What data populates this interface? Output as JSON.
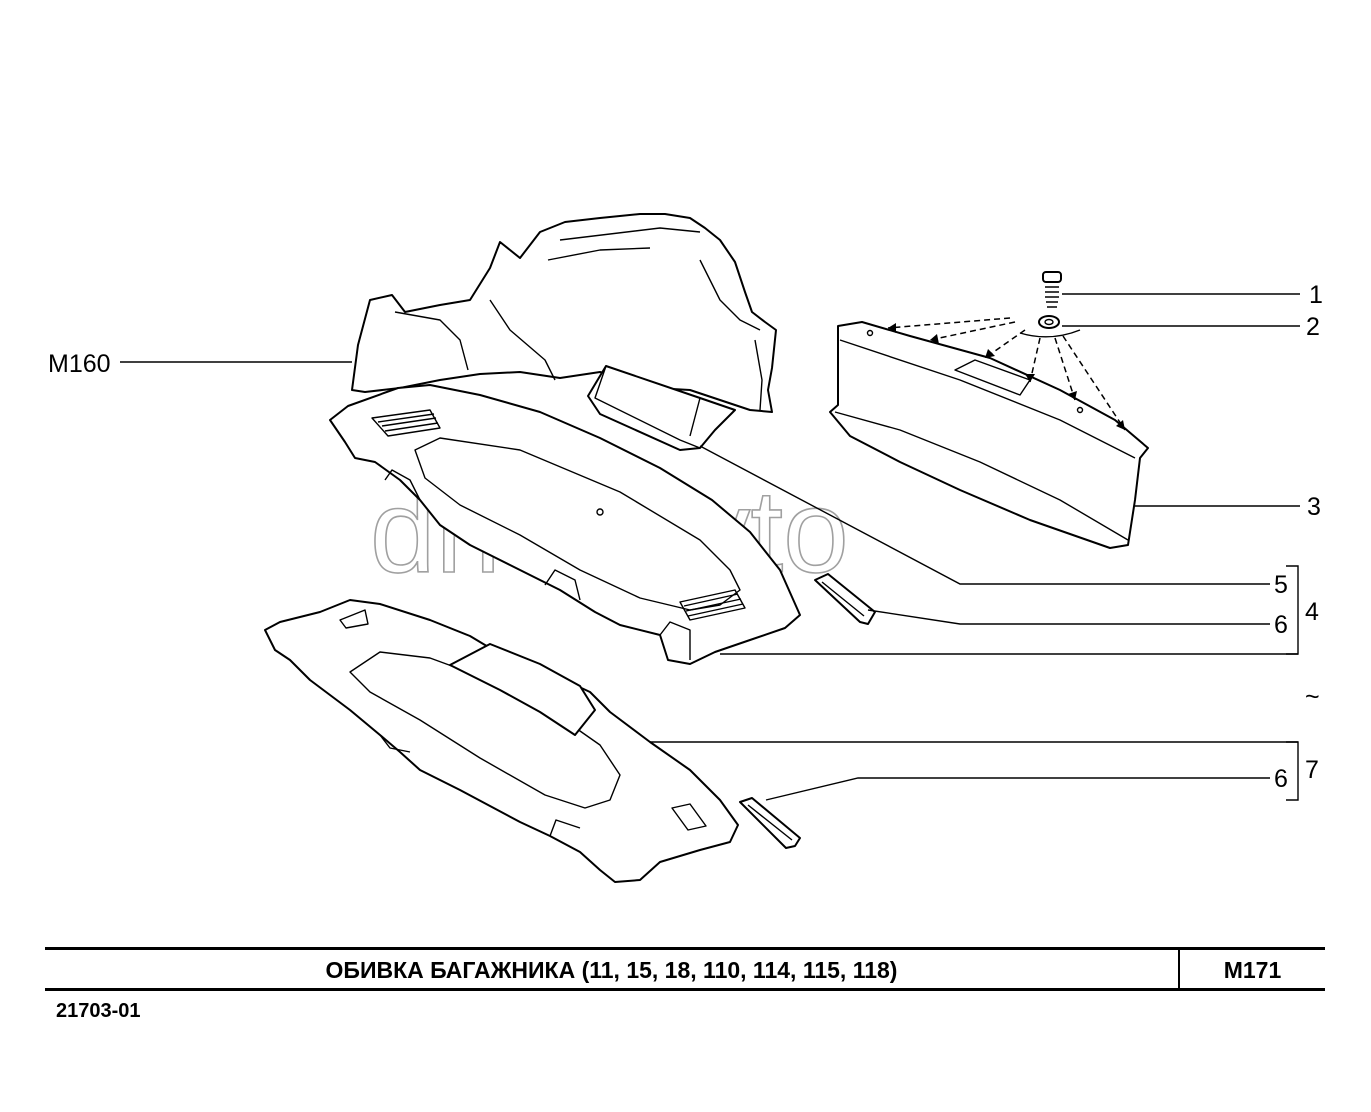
{
  "watermark": "driveavto",
  "callouts": {
    "ref_m160": "M160",
    "n1": "1",
    "n2": "2",
    "n3": "3",
    "n4": "4",
    "n5": "5",
    "n6a": "6",
    "n6b": "6",
    "n7": "7",
    "tilde": "~"
  },
  "title_block": {
    "title": "ОБИВКА  БАГАЖНИКА (11, 15, 18, 110, 114, 115, 118)",
    "code": "M171"
  },
  "footer": {
    "code": "21703-01"
  }
}
